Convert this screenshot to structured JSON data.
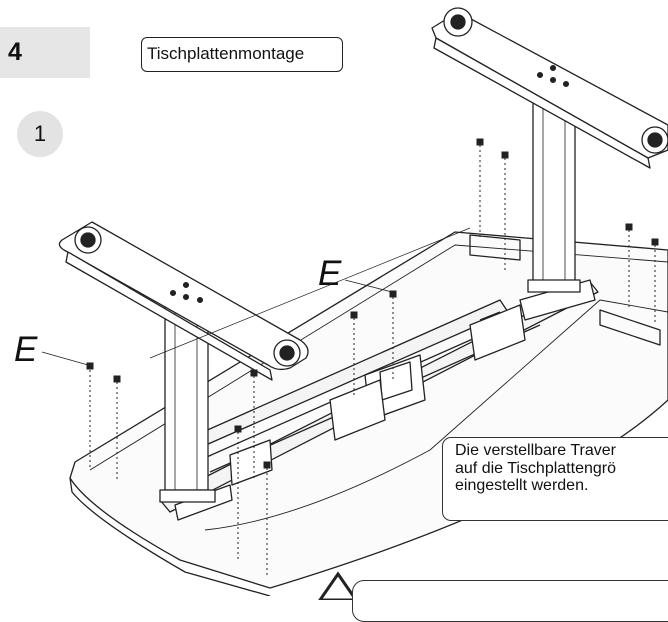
{
  "step": {
    "number": "4",
    "title": "Tischplattenmontage"
  },
  "substep": {
    "number": "1"
  },
  "callouts": {
    "screw_label_left": "E",
    "screw_label_center": "E"
  },
  "note": {
    "lines": [
      "Die verstellbare Traver",
      "auf die Tischplattengrö",
      "eingestellt werden."
    ]
  },
  "icons": {
    "warning": "warning-triangle-icon"
  }
}
